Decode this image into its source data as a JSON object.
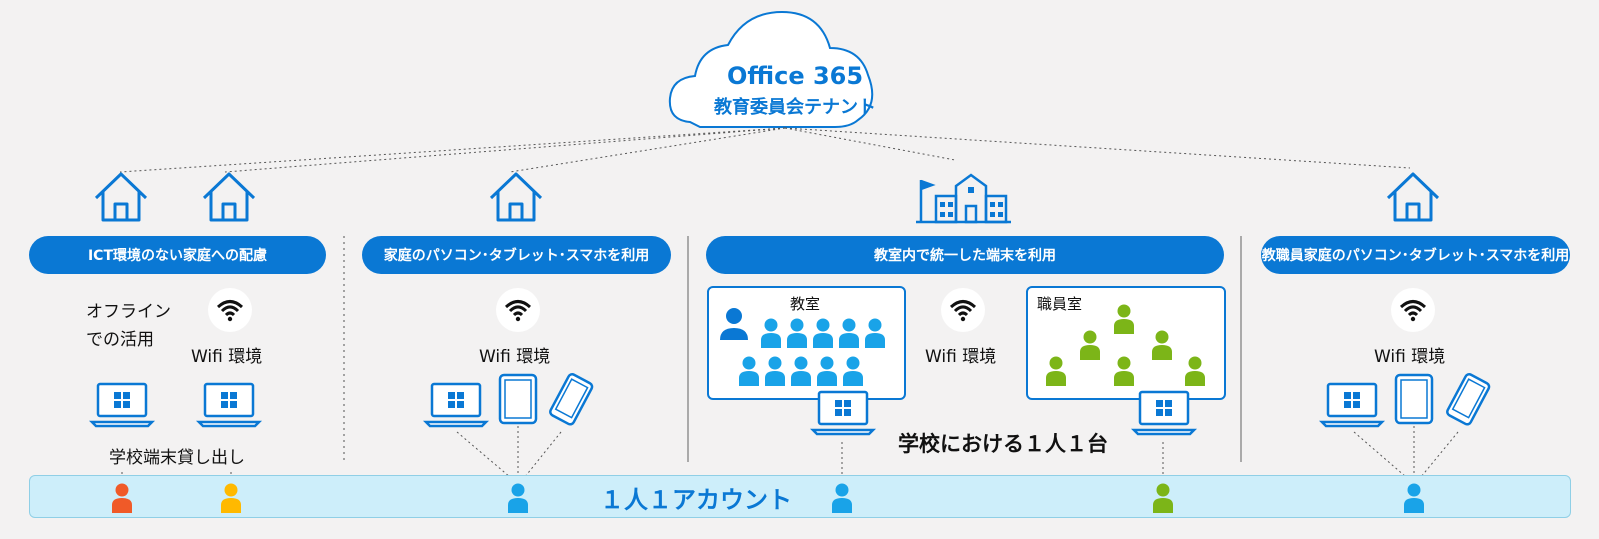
{
  "cloud": {
    "title": "Office 365",
    "subtitle": "教育委員会テナント"
  },
  "sections": [
    {
      "label": "ICT環境のない家庭への配慮"
    },
    {
      "label": "家庭のパソコン･タブレット･スマホを利用"
    },
    {
      "label": "教室内で統一した端末を利用"
    },
    {
      "label": "教職員家庭のパソコン･タブレット･スマホを利用"
    }
  ],
  "labels": {
    "offline": "オフライン\nでの活用",
    "wifi": "Wifi 環境",
    "lending": "学校端末貸し出し",
    "classroom": "教室",
    "staffroom": "職員室",
    "one_per_person": "学校における１人１台",
    "account": "１人１アカウント"
  },
  "colors": {
    "accent": "#0a78d4",
    "green": "#7cb518",
    "orange": "#f05a28",
    "yellow": "#ffb900",
    "account_bg": "#cdeefa"
  },
  "icons": [
    "cloud-icon",
    "house-icon",
    "school-icon",
    "wifi-icon",
    "laptop-icon",
    "tablet-icon",
    "phone-icon",
    "person-icon"
  ]
}
